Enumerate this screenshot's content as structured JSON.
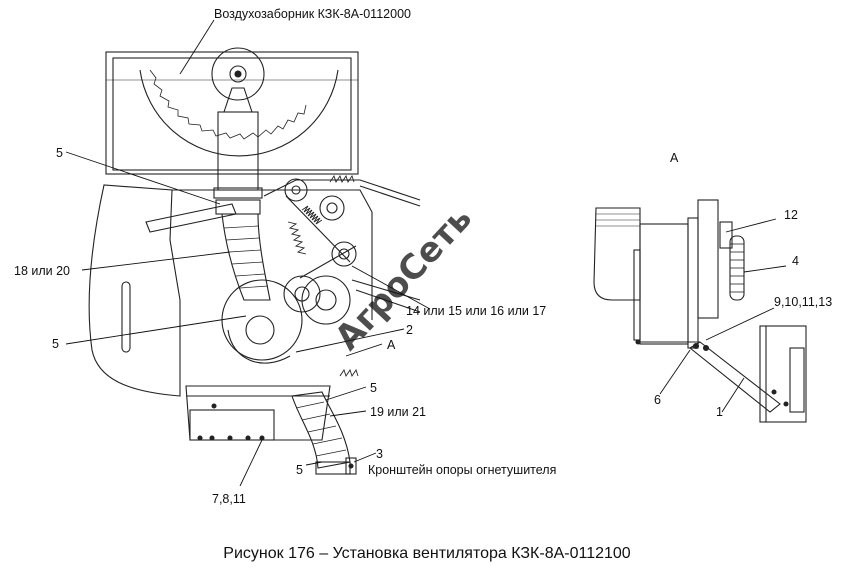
{
  "labels": {
    "air_intake": "Воздухозаборник КЗК-8А-0112000",
    "view_a_title": "А",
    "callout_5_top": "5",
    "callout_18_20": "18 или 20",
    "callout_5_mid": "5",
    "callout_14_17": "14 или 15 или 16 или 17",
    "callout_2": "2",
    "callout_a_arrow": "А",
    "callout_5_right": "5",
    "callout_19_21": "19 или 21",
    "callout_3": "3",
    "callout_5_bottom": "5",
    "bracket": "Кронштейн опоры огнетушителя",
    "callout_7_8_11": "7,8,11",
    "callout_12": "12",
    "callout_4": "4",
    "callout_9_13": "9,10,11,13",
    "callout_6": "6",
    "callout_1": "1"
  },
  "caption": "Рисунок 176 – Установка вентилятора КЗК-8А-0112100",
  "watermark": "АгроСеть",
  "colors": {
    "line": "#222222",
    "watermark": "#4cc36a"
  }
}
